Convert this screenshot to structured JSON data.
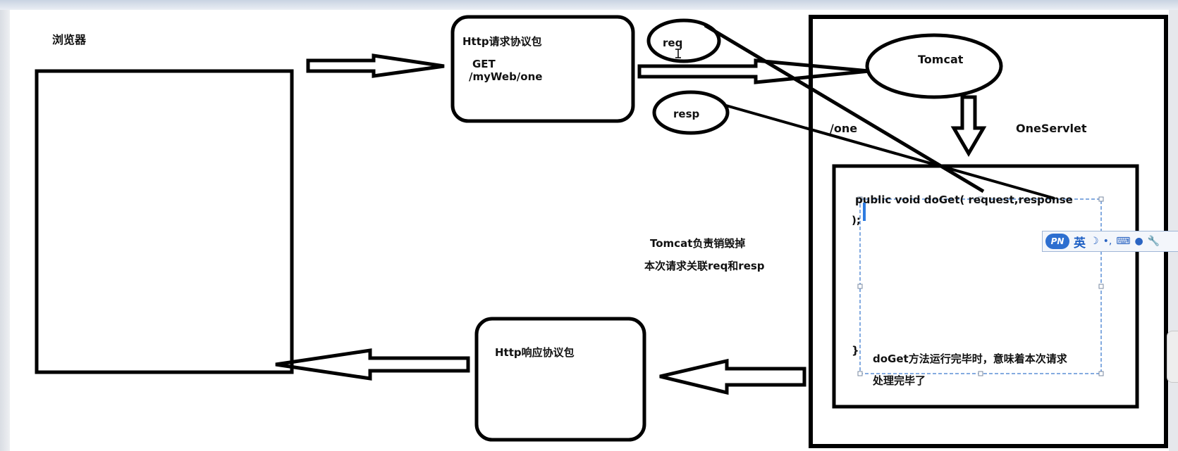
{
  "labels": {
    "browser": "浏览器",
    "http_request_title": "Http请求协议包",
    "request_method": "GET",
    "request_path": "/myWeb/one",
    "req": "req",
    "resp": "resp",
    "tomcat": "Tomcat",
    "one_path": "/one",
    "one_servlet": "OneServlet",
    "doget_signature": "public void doGet(    request,response",
    "close_paren": ");",
    "close_brace": "}",
    "tomcat_destroy": "Tomcat负责销毁掉",
    "req_resp_note": "本次请求关联req和resp",
    "http_response_title": "Http响应协议包",
    "doget_done_line1": "doGet方法运行完毕时，意味着本次请求",
    "doget_done_line2": "处理完毕了"
  },
  "ime_toolbar": {
    "logo": "PN",
    "language": "英",
    "moon_icon": "☽",
    "punct_icon": "•,",
    "keyboard_icon": "⌨",
    "user_icon": "●",
    "wrench_icon": "🔧"
  },
  "colors": {
    "stroke": "#000000",
    "selection": "#5b8fd6",
    "ime_accent": "#2d6fd0"
  }
}
